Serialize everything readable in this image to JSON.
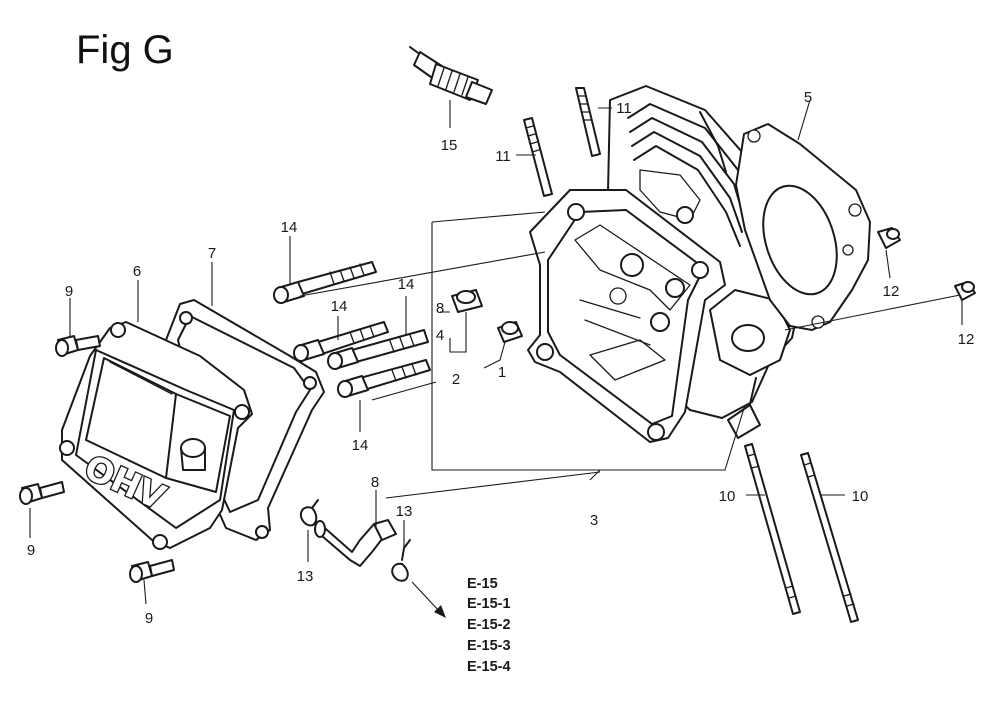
{
  "figure": {
    "title": "Fig G"
  },
  "cover_text": "OHV",
  "callouts": [
    {
      "id": "c1",
      "text": "1"
    },
    {
      "id": "c2",
      "text": "2"
    },
    {
      "id": "c3",
      "text": "3"
    },
    {
      "id": "c4",
      "text": "4"
    },
    {
      "id": "c5",
      "text": "5"
    },
    {
      "id": "c6",
      "text": "6"
    },
    {
      "id": "c7",
      "text": "7"
    },
    {
      "id": "c8",
      "text": "8"
    },
    {
      "id": "c9a",
      "text": "9"
    },
    {
      "id": "c9b",
      "text": "9"
    },
    {
      "id": "c9c",
      "text": "9"
    },
    {
      "id": "c10a",
      "text": "10"
    },
    {
      "id": "c10b",
      "text": "10"
    },
    {
      "id": "c11a",
      "text": "11"
    },
    {
      "id": "c11b",
      "text": "11"
    },
    {
      "id": "c12a",
      "text": "12"
    },
    {
      "id": "c12b",
      "text": "12"
    },
    {
      "id": "c13a",
      "text": "13"
    },
    {
      "id": "c13b",
      "text": "13"
    },
    {
      "id": "c14a",
      "text": "14"
    },
    {
      "id": "c14b",
      "text": "14"
    },
    {
      "id": "c14c",
      "text": "14"
    },
    {
      "id": "c14d",
      "text": "14"
    },
    {
      "id": "c15",
      "text": "15"
    }
  ],
  "references": [
    "E-15",
    "E-15-1",
    "E-15-2",
    "E-15-3",
    "E-15-4"
  ]
}
